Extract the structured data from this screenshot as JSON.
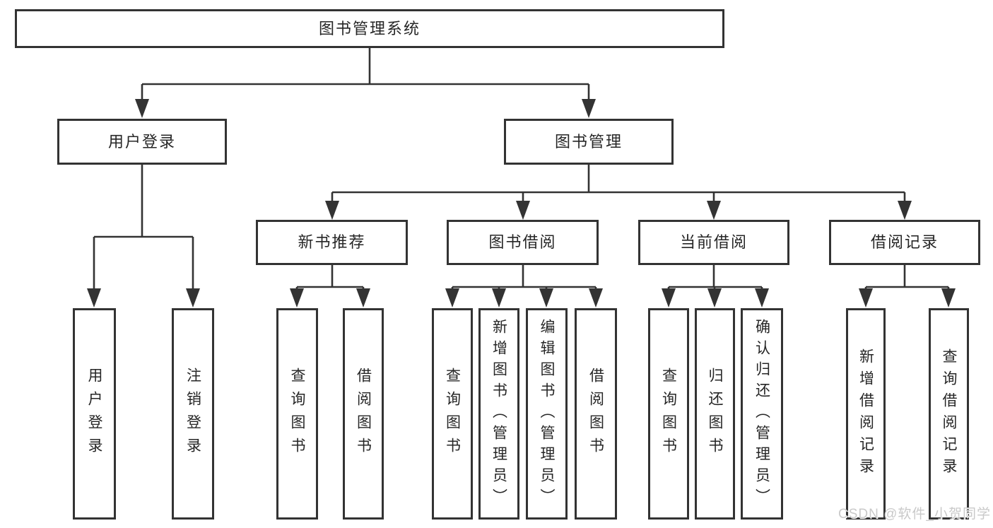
{
  "diagram": {
    "type": "hierarchy-tree",
    "colors": {
      "line": "#333333",
      "box_border": "#333333",
      "box_fill": "#ffffff",
      "text": "#262626",
      "watermark_text": "#c9c9c9",
      "background": "#ffffff"
    },
    "watermark": "CSDN @软件_小贺同学",
    "tree": {
      "label": "图书管理系统",
      "children": [
        {
          "label": "用户登录",
          "children": [
            {
              "label": "用户登录"
            },
            {
              "label": "注销登录"
            }
          ]
        },
        {
          "label": "图书管理",
          "children": [
            {
              "label": "新书推荐",
              "children": [
                {
                  "label": "查询图书"
                },
                {
                  "label": "借阅图书"
                }
              ]
            },
            {
              "label": "图书借阅",
              "children": [
                {
                  "label": "查询图书"
                },
                {
                  "label": "新增图书（管理员）"
                },
                {
                  "label": "编辑图书（管理员）"
                },
                {
                  "label": "借阅图书"
                }
              ]
            },
            {
              "label": "当前借阅",
              "children": [
                {
                  "label": "查询图书"
                },
                {
                  "label": "归还图书"
                },
                {
                  "label": "确认归还（管理员）"
                }
              ]
            },
            {
              "label": "借阅记录",
              "children": [
                {
                  "label": "新增借阅记录"
                },
                {
                  "label": "查询借阅记录"
                }
              ]
            }
          ]
        }
      ]
    }
  }
}
